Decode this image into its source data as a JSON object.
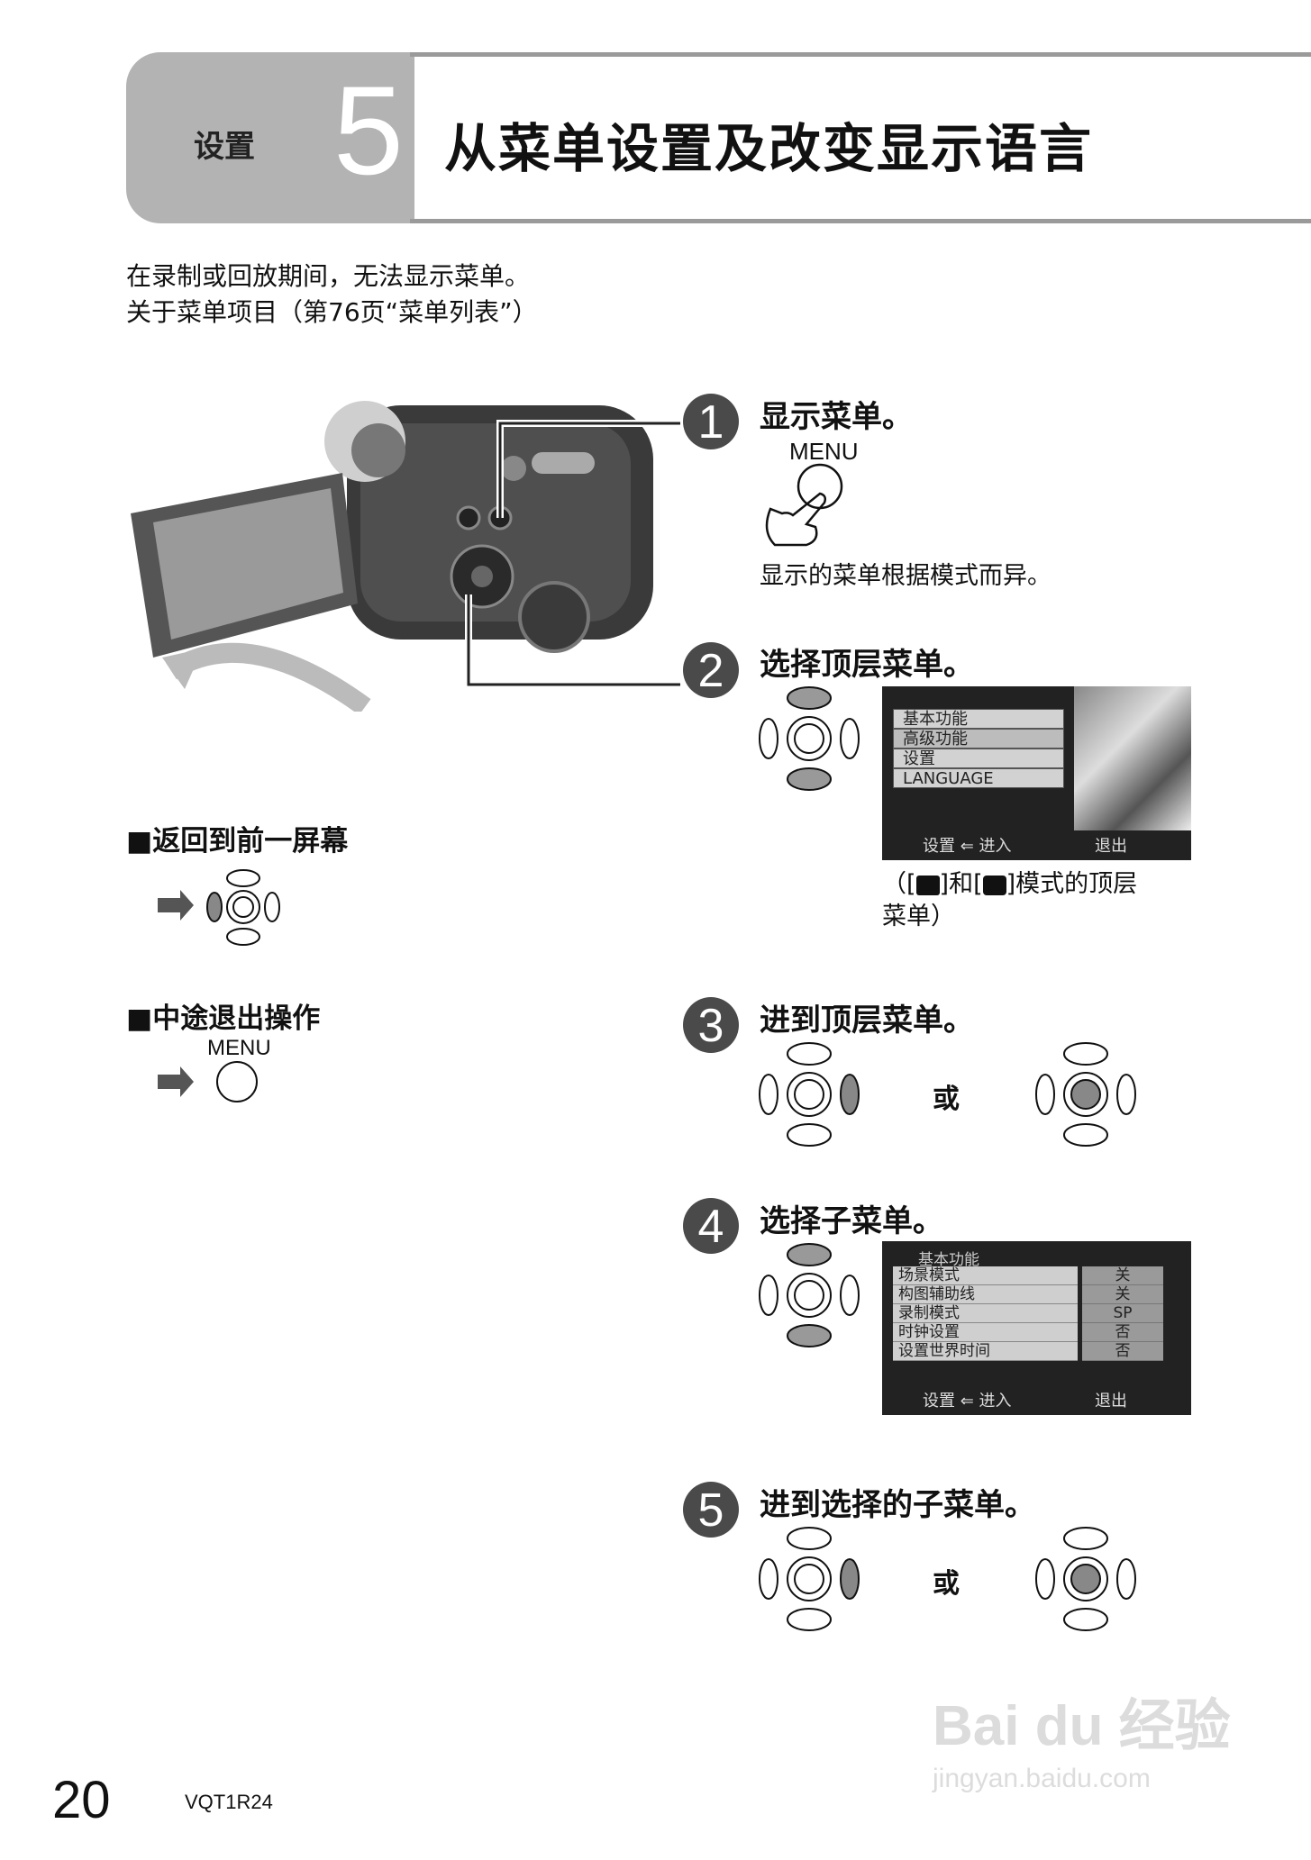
{
  "header": {
    "category": "设置",
    "number": "5",
    "title": "从菜单设置及改变显示语言"
  },
  "intro": {
    "line1": "在录制或回放期间，无法显示菜单。",
    "line2": "关于菜单项目（第76页“菜单列表”）"
  },
  "steps": [
    {
      "num": "1",
      "title": "显示菜单。",
      "button_label": "MENU",
      "note": "显示的菜单根据模式而异。"
    },
    {
      "num": "2",
      "title": "选择顶层菜单。",
      "menu_items": [
        "基本功能",
        "高级功能",
        "设置",
        "LANGUAGE"
      ],
      "footer_left": "设置 ⇐ 进入",
      "footer_right": "退出",
      "note_line1": "（[",
      "note_mid1": "]和[",
      "note_mid2": "]模式的顶层",
      "note_line2": "菜单）"
    },
    {
      "num": "3",
      "title": "进到顶层菜单。",
      "or": "或"
    },
    {
      "num": "4",
      "title": "选择子菜单。",
      "menu_header": "基本功能",
      "items": [
        {
          "label": "场景模式",
          "value": "关"
        },
        {
          "label": "构图辅助线",
          "value": "关"
        },
        {
          "label": "录制模式",
          "value": "SP"
        },
        {
          "label": "时钟设置",
          "value": "否"
        },
        {
          "label": "设置世界时间",
          "value": "否"
        }
      ],
      "footer_left": "设置 ⇐ 进入",
      "footer_right": "退出"
    },
    {
      "num": "5",
      "title": "进到选择的子菜单。",
      "or": "或"
    }
  ],
  "side": {
    "back_title": "■返回到前一屏幕",
    "exit_title": "■中途退出操作",
    "exit_button_label": "MENU"
  },
  "footer": {
    "page_number": "20",
    "code": "VQT1R24"
  },
  "watermark": {
    "brand": "Bai du 经验",
    "url": "jingyan.baidu.com"
  },
  "icons": [
    "camera-illustration",
    "pointing-hand-icon",
    "joystick-icon",
    "arrow-right-icon",
    "movie-mode-icon",
    "photo-mode-icon"
  ]
}
